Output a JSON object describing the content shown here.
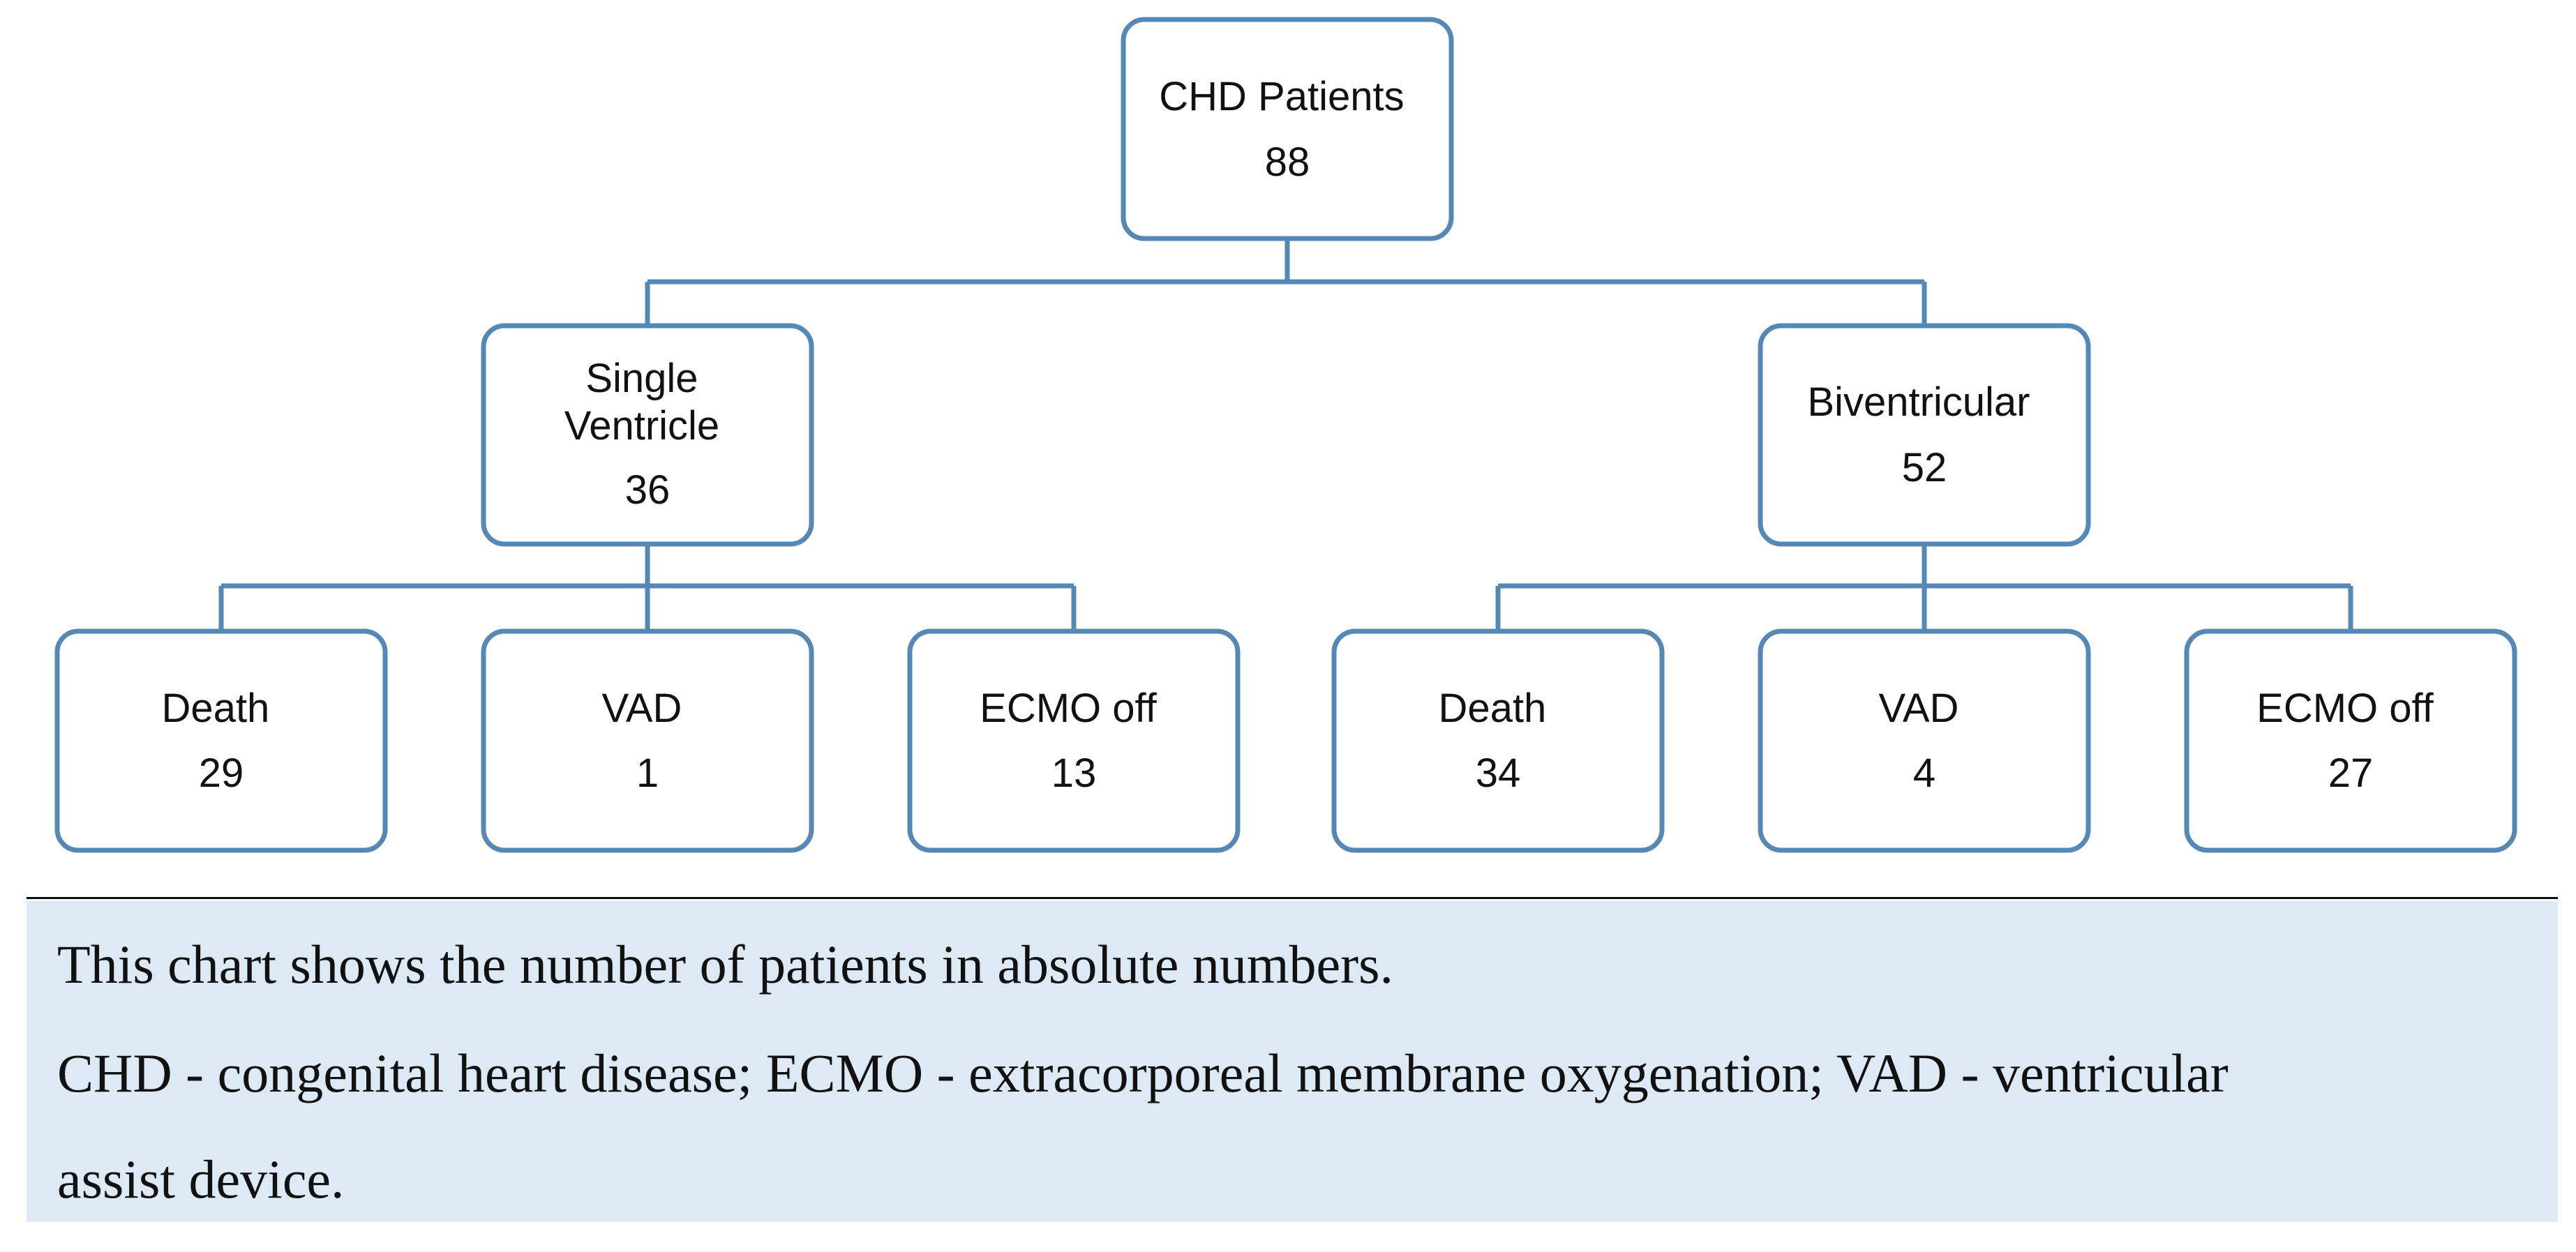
{
  "diagram": {
    "root": {
      "lines": [
        "CHD Patients",
        "88"
      ]
    },
    "single": {
      "lines": [
        "Single",
        "Ventricle",
        "36"
      ]
    },
    "bi": {
      "lines": [
        "Biventricular",
        "52"
      ]
    },
    "sv_death": {
      "lines": [
        "Death",
        "29"
      ]
    },
    "sv_vad": {
      "lines": [
        "VAD",
        "1"
      ]
    },
    "sv_ecmo": {
      "lines": [
        "ECMO off",
        "13"
      ]
    },
    "bv_death": {
      "lines": [
        "Death",
        "34"
      ]
    },
    "bv_vad": {
      "lines": [
        "VAD",
        "4"
      ]
    },
    "bv_ecmo": {
      "lines": [
        "ECMO off",
        "27"
      ]
    }
  },
  "notes": {
    "line1": "This chart shows the number of patients in absolute numbers.",
    "line2": "CHD - congenital heart disease; ECMO - extracorporeal membrane oxygenation; VAD - ventricular",
    "line3": "assist device."
  },
  "colors": {
    "border": "#5588b5",
    "note_background": "#dde9f5",
    "text": "#111111"
  }
}
